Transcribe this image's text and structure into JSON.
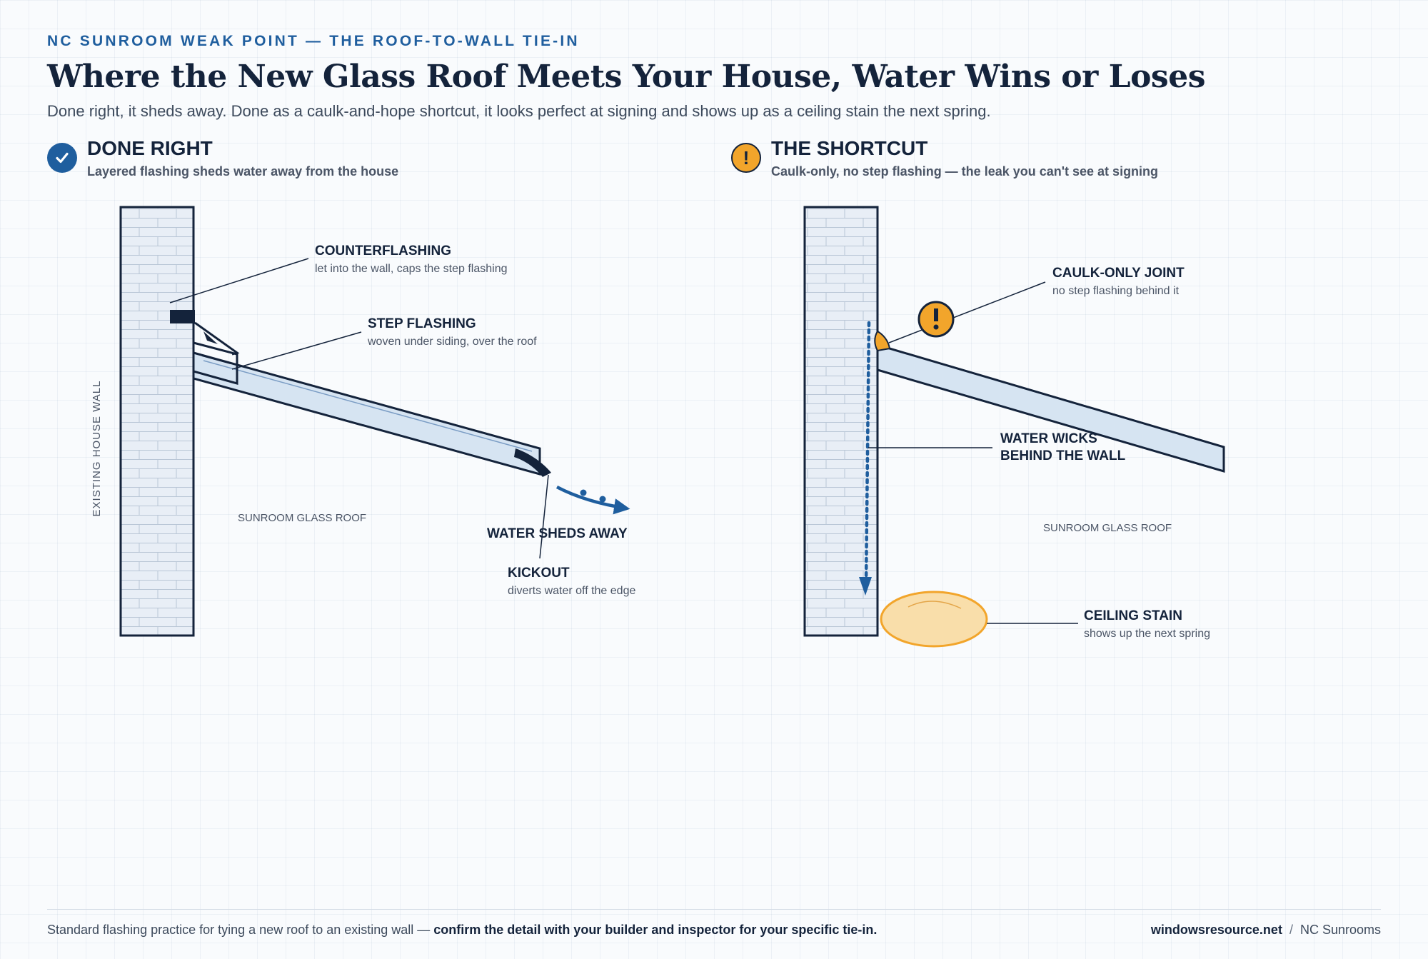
{
  "header": {
    "kicker": "NC SUNROOM WEAK POINT — THE ROOF-TO-WALL TIE-IN",
    "title": "Where the New Glass Roof Meets Your House, Water Wins or Loses",
    "subtitle": "Done right, it sheds away. Done as a caulk-and-hope shortcut, it looks perfect at signing and shows up as a ceiling stain the next spring."
  },
  "left_panel": {
    "badge_icon": "check-icon",
    "title": "DONE RIGHT",
    "subtitle": "Layered flashing sheds water away from the house",
    "wall_label": "EXISTING HOUSE WALL",
    "roof_label": "SUNROOM GLASS ROOF",
    "counterflashing": {
      "title": "COUNTERFLASHING",
      "sub": "let into the wall, caps the step flashing"
    },
    "step_flashing": {
      "title": "STEP FLASHING",
      "sub": "woven under siding, over the roof"
    },
    "water_sheds": "WATER SHEDS AWAY",
    "kickout": {
      "title": "KICKOUT",
      "sub": "diverts water off the edge"
    }
  },
  "right_panel": {
    "badge_icon": "warning-icon",
    "badge_glyph": "!",
    "title": "THE SHORTCUT",
    "subtitle": "Caulk-only, no step flashing — the leak you can't see at signing",
    "caulk_joint": {
      "title": "CAULK-ONLY JOINT",
      "sub": "no step flashing behind it"
    },
    "wicks_line1": "WATER WICKS",
    "wicks_line2": "BEHIND THE WALL",
    "roof_label": "SUNROOM GLASS ROOF",
    "ceiling_stain": {
      "title": "CEILING STAIN",
      "sub": "shows up the next spring"
    }
  },
  "footer": {
    "note_plain": "Standard flashing practice for tying a new roof to an existing wall — ",
    "note_bold": "confirm the detail with your builder and inspector for your specific tie-in.",
    "site": "windowsresource.net",
    "separator": "/",
    "section": "NC Sunrooms"
  },
  "colors": {
    "navy": "#14233b",
    "accent_blue": "#1f5e9e",
    "warning_orange": "#f2a52b",
    "roof_fill": "#d6e4f2",
    "brick_fill": "#e8eef6",
    "stain_fill": "#f9deaa"
  }
}
